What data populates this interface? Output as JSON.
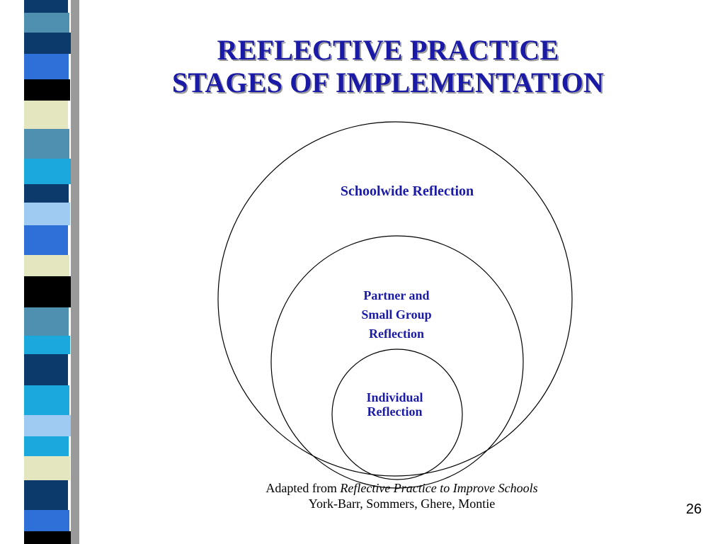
{
  "slide": {
    "title_line1": "REFLECTIVE PRACTICE",
    "title_line2": "STAGES OF IMPLEMENTATION",
    "page_number": "26"
  },
  "diagram": {
    "outer_label": "Schoolwide Reflection",
    "middle_label_lines": [
      "Partner and",
      "Small Group",
      "Reflection"
    ],
    "inner_label_lines": [
      "Individual",
      "Reflection"
    ]
  },
  "citation": {
    "prefix": "Adapted from ",
    "book_title": "Reflective Practice to Improve Schools",
    "authors": "York-Barr, Sommers, Ghere, Montie"
  },
  "colors": {
    "title_text": "#1a1aa6",
    "stripe_palette": [
      "#0b3a6b",
      "#4f8fb0",
      "#2f6fd8",
      "#000000",
      "#e4e6c0",
      "#1ba8dd",
      "#9fcaf2",
      "#ffffff"
    ]
  }
}
